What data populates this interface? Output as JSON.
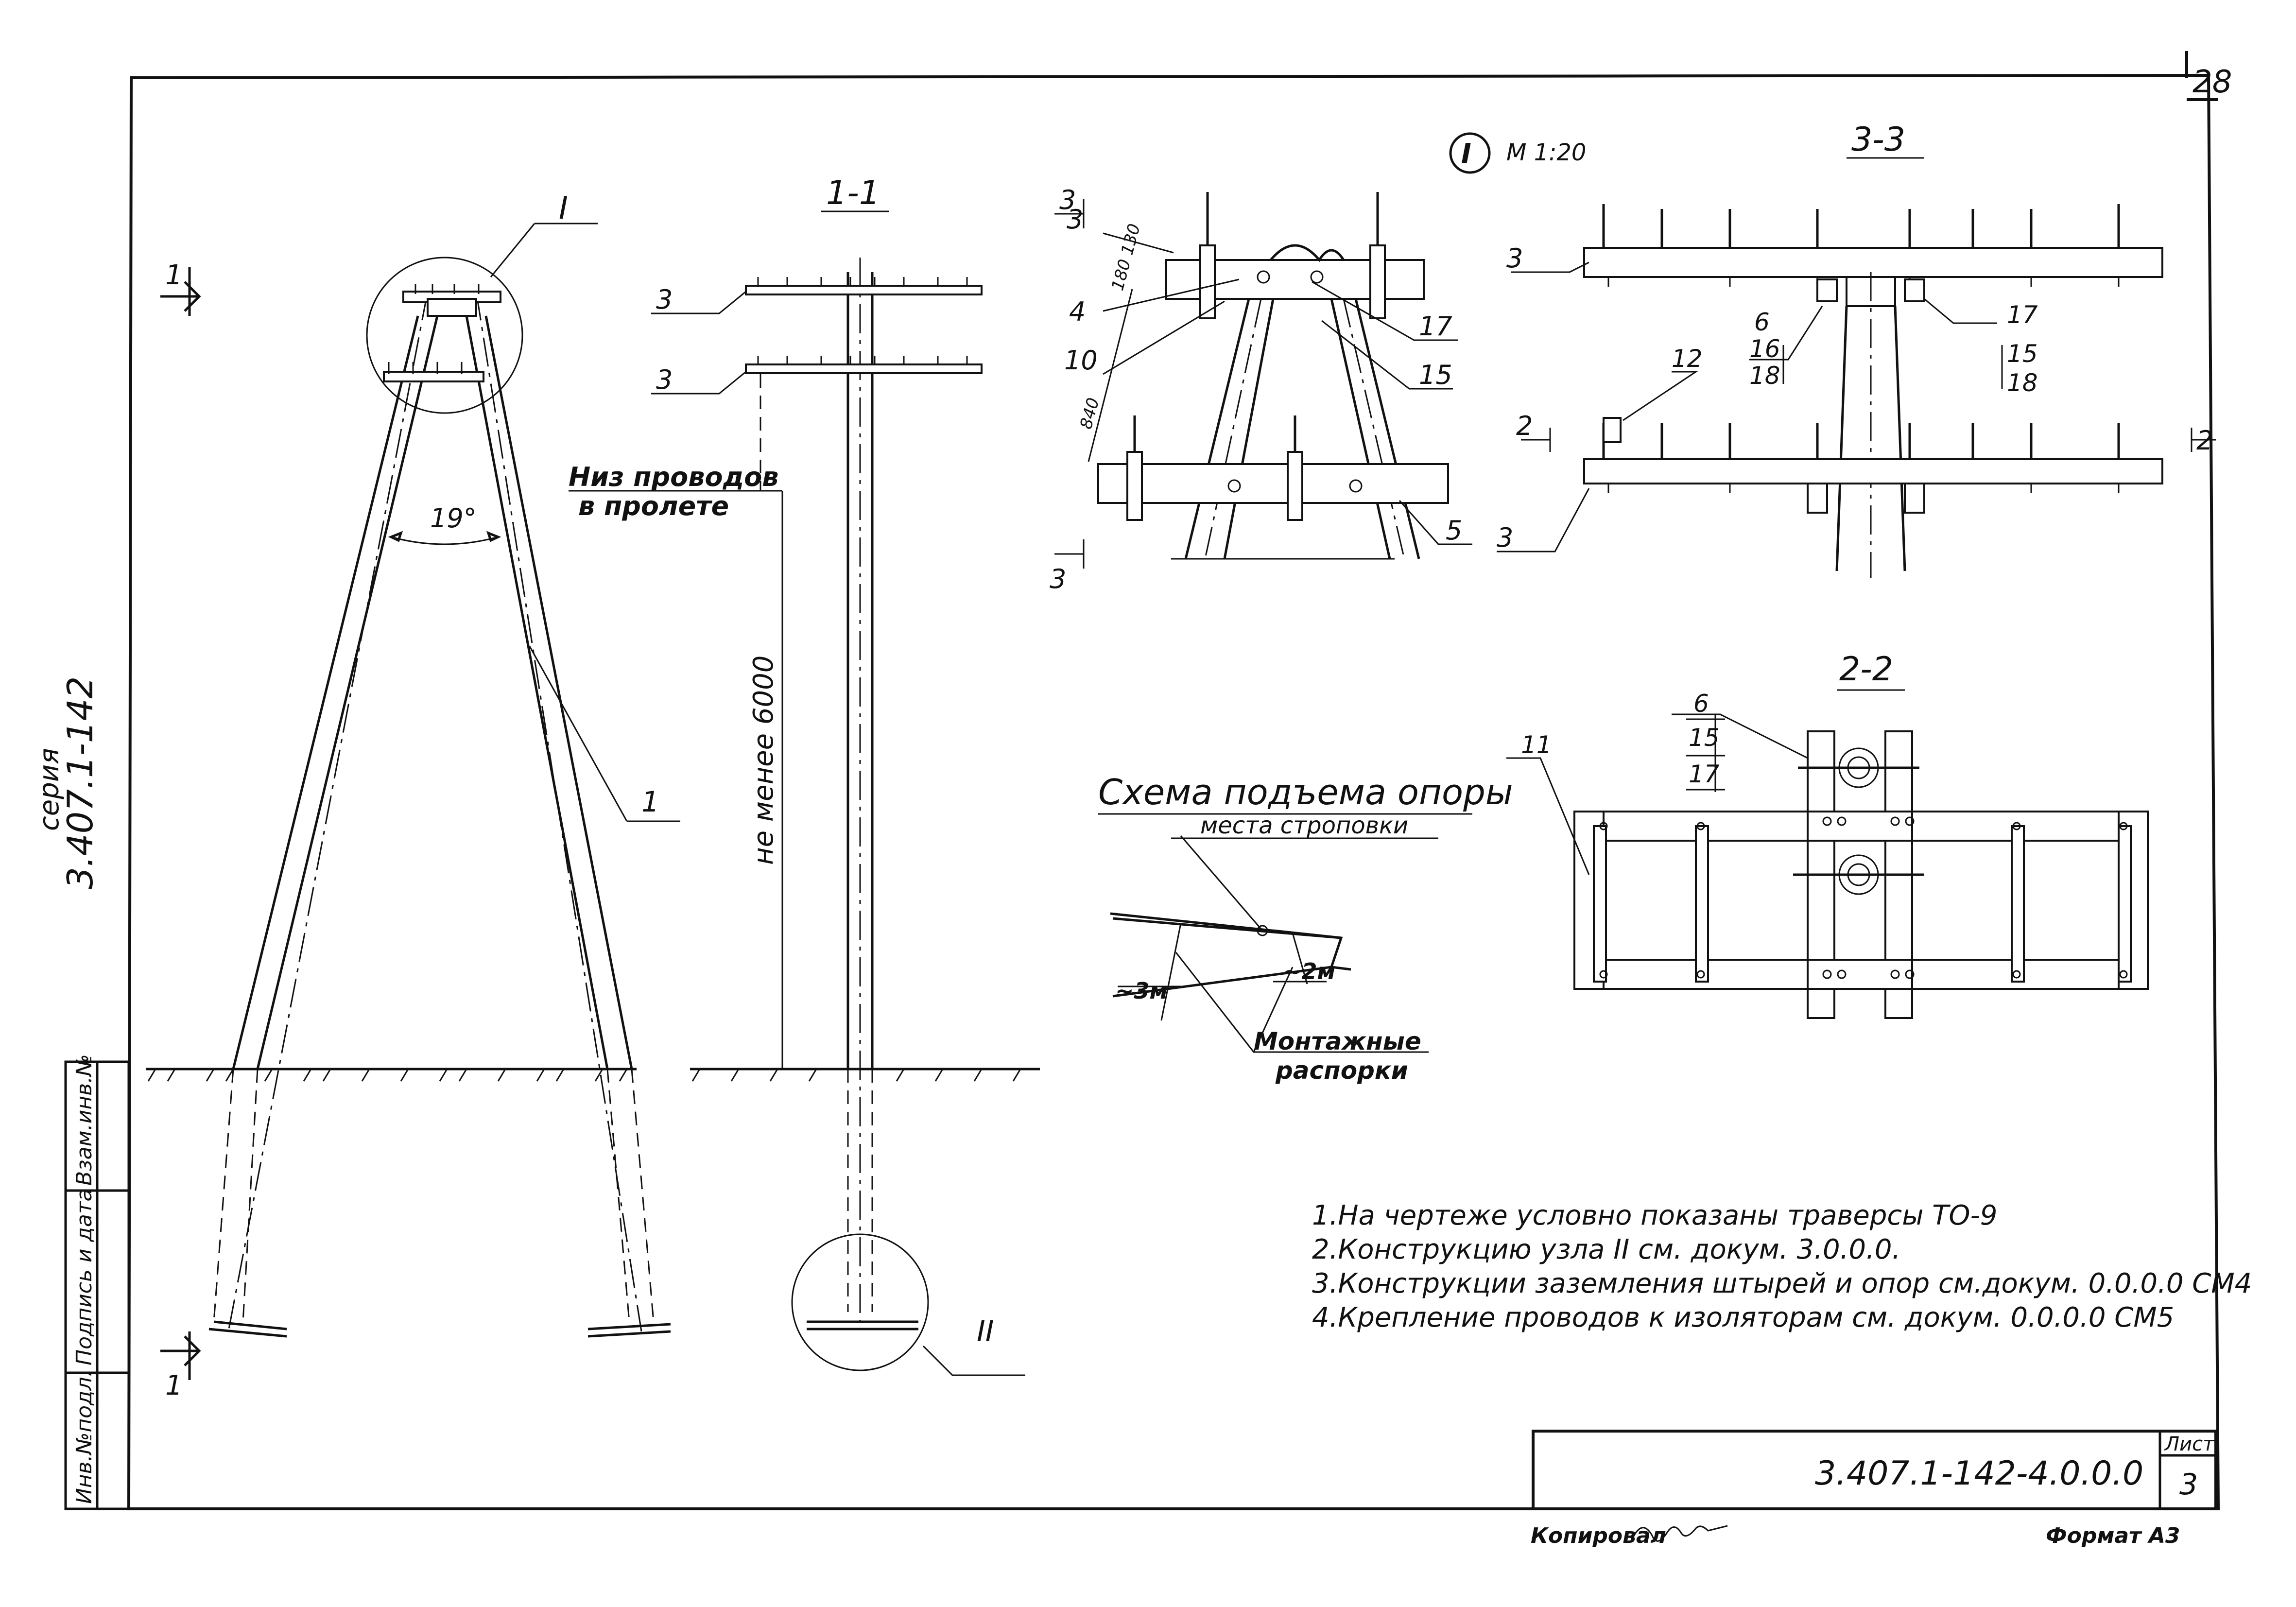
{
  "sheet": {
    "page_number": "28",
    "series_code": "3.407.1-142",
    "series_word": "серия"
  },
  "stamp_columns": [
    "Инв.№подл.",
    "Подпись и дата",
    "Взам.инв.№"
  ],
  "title_block": {
    "doc_code": "3.407.1-142-4.0.0.0",
    "sheet_label": "Лист",
    "sheet_no": "3",
    "copied_by": "Копировал",
    "format": "Формат А3"
  },
  "main_view": {
    "callout_I": "I",
    "callout_II": "II",
    "section_mark": "1",
    "angle": "19°",
    "part_leg": "1"
  },
  "view_1_1": {
    "title": "1-1",
    "label_top": "3",
    "label_bottom": "3",
    "wire_low_line1": "Низ проводов",
    "wire_low_line2": "в пролете",
    "height_dim": "не менее 6000"
  },
  "detail_I": {
    "mark": "I",
    "scale": "М 1:20",
    "section_3": "3",
    "dims": "180 130",
    "dim_840": "840",
    "labels": [
      "3",
      "4",
      "10",
      "17",
      "15",
      "5"
    ]
  },
  "view_3_3": {
    "title": "3-3",
    "labels_left": [
      "3",
      "3",
      "6",
      "16",
      "18",
      "12"
    ],
    "labels_right": [
      "17",
      "15",
      "18"
    ],
    "section_2": "2"
  },
  "view_2_2": {
    "title": "2-2",
    "labels": [
      "6",
      "15",
      "17",
      "11"
    ]
  },
  "lift_scheme": {
    "title": "Схема подъема опоры",
    "sling_places": "места строповки",
    "dim_left": "~3м",
    "dim_right": "~2м",
    "struts_line1": "Монтажные",
    "struts_line2": "распорки"
  },
  "notes": [
    "1.На чертеже условно показаны траверсы ТО-9",
    "2.Конструкцию узла II см. докум. 3.0.0.0.",
    "3.Конструкции заземления штырей и опор см.докум. 0.0.0.0 СМ4",
    "4.Крепление проводов к изоляторам см. докум. 0.0.0.0 СМ5"
  ]
}
